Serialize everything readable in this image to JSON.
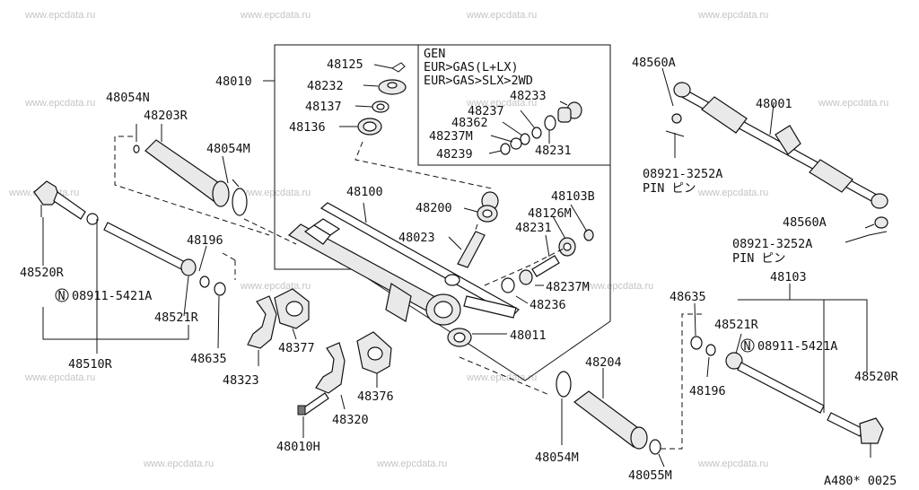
{
  "watermark": "www.epcdata.ru",
  "diagram_code": "A480* 0025",
  "gen_box": {
    "line1": "GEN",
    "line2": "EUR>GAS(L+LX)",
    "line3": "EUR>GAS>SLX>2WD"
  },
  "labels": {
    "p48010": "48010",
    "p48125": "48125",
    "p48232": "48232",
    "p48137": "48137",
    "p48136": "48136",
    "p48233": "48233",
    "p48237": "48237",
    "p48362": "48362",
    "p48237M_box": "48237M",
    "p48239": "48239",
    "p48231_box": "48231",
    "p48054N": "48054N",
    "p48203R": "48203R",
    "p48054M_left": "48054M",
    "p48100": "48100",
    "p48200": "48200",
    "p48103B": "48103B",
    "p48126M": "48126M",
    "p48231": "48231",
    "p48023": "48023",
    "p48196_left": "48196",
    "p48520R_left": "48520R",
    "n08911_left": "08911-5421A",
    "p48521R_left": "48521R",
    "p48510R": "48510R",
    "p48635_left": "48635",
    "p48323": "48323",
    "p48377": "48377",
    "p48376": "48376",
    "p48320": "48320",
    "p48010H": "48010H",
    "p48237M": "48237M",
    "p48236": "48236",
    "p48011": "48011",
    "p48204": "48204",
    "p48054M_bottom": "48054M",
    "p48055M": "48055M",
    "p48560A_top": "48560A",
    "p48001": "48001",
    "pin_code_top": "08921-3252A",
    "pin_text_top": "PIN ピン",
    "p48560A_right": "48560A",
    "pin_code_right": "08921-3252A",
    "pin_text_right": "PIN ピン",
    "p48103": "48103",
    "p48635_right": "48635",
    "p48521R_right": "48521R",
    "n08911_right": "08911-5421A",
    "p48196_right": "48196",
    "p48520R_right": "48520R"
  },
  "n_marker": "N"
}
